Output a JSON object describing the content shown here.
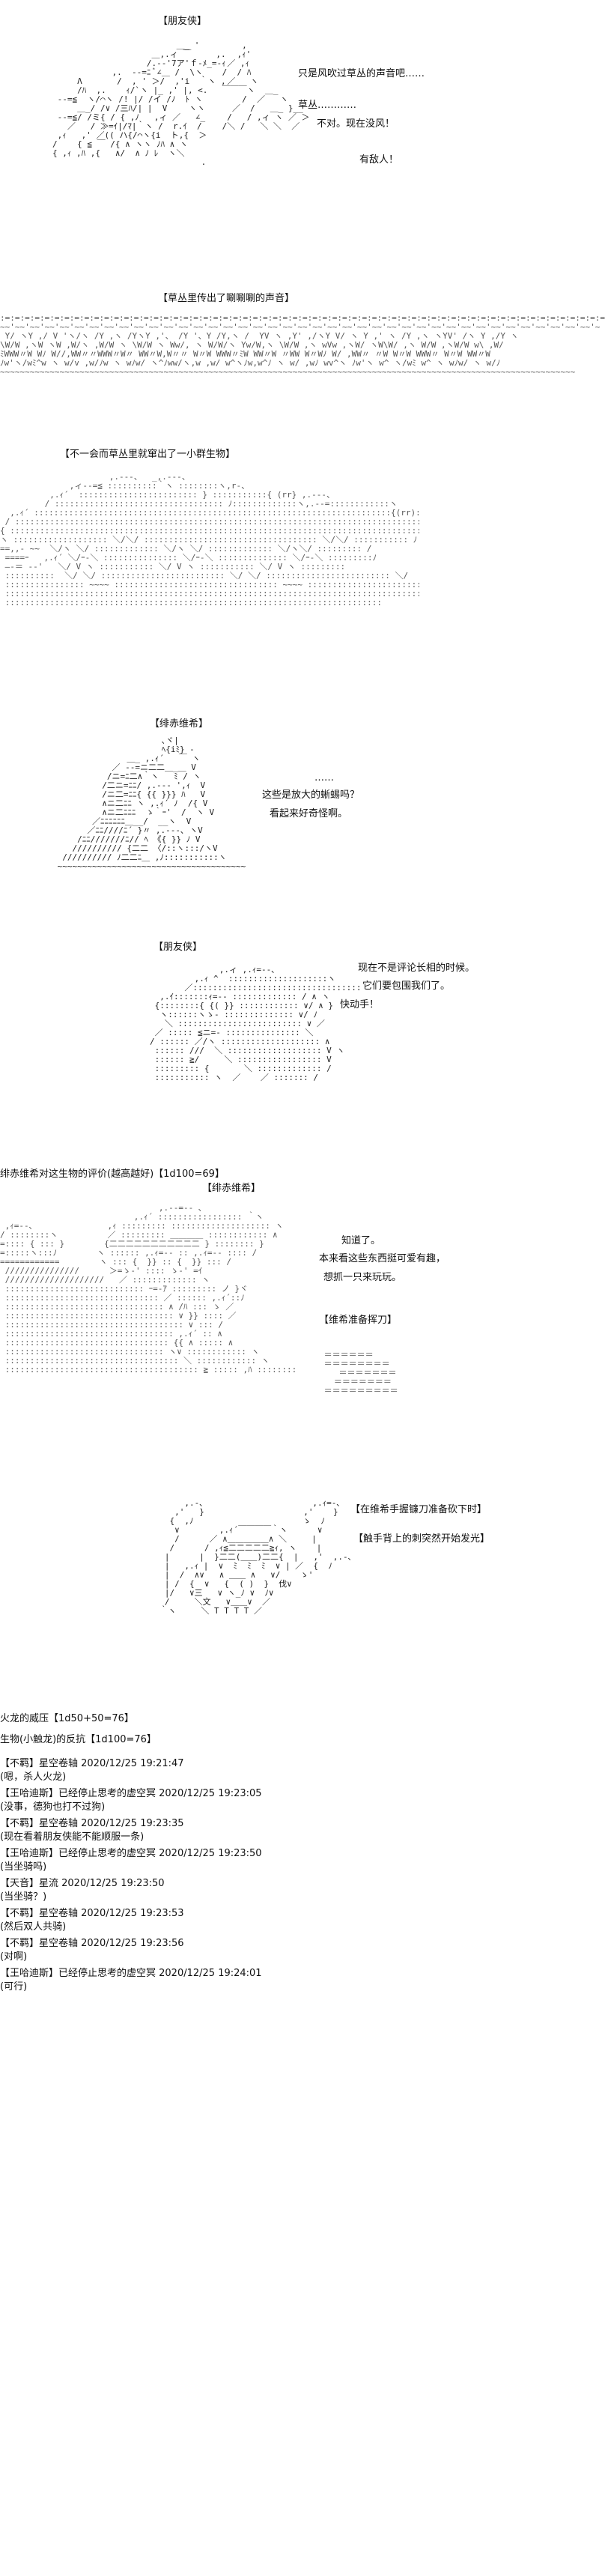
{
  "scene1": {
    "caption": "【朋友侠】",
    "line1": "只是风吹过草丛的声音吧……",
    "line2": "草丛…………",
    "line3": "不对。现在没风！",
    "line4": "有敌人！"
  },
  "scene2": {
    "caption": "【草丛里传出了唰唰唰的声音】"
  },
  "scene3": {
    "caption": "【不一会而草丛里就窜出了一小群生物】"
  },
  "scene4": {
    "caption": "【绯赤维希】",
    "line1": "……",
    "line2": "这些是放大的蜥蜴吗？",
    "line3": "看起来好奇怪啊。"
  },
  "scene5": {
    "caption": "【朋友侠】",
    "line1": "现在不是评论长相的时候。",
    "line2": "它们要包围我们了。",
    "line3": "快动手！"
  },
  "roll1": {
    "text": "绯赤维希对这生物的评价(越高越好)【1d100=69】"
  },
  "scene6": {
    "caption": "【绯赤维希】",
    "line1": "知道了。",
    "line2": "本来看这些东西挺可爱有趣，",
    "line3": "想抓一只来玩玩。",
    "line4": "【维希准备挥刀】"
  },
  "scene7": {
    "line1": "【在维希手握镰刀准备砍下时】",
    "line2": "【触手背上的刺突然开始发光】"
  },
  "rolls": {
    "fire": "火龙的威压【1d50+50=76】",
    "resist": "生物(小触龙)的反抗【1d100=76】"
  },
  "log": [
    {
      "header": "【不羁】星空卷轴 2020/12/25 19:21:47",
      "body": "(嗯，杀人火龙)"
    },
    {
      "header": "【王哈迪斯】已经停止思考的虚空冥 2020/12/25 19:23:05",
      "body": "(没事，德狗也打不过狗)"
    },
    {
      "header": "【不羁】星空卷轴 2020/12/25 19:23:35",
      "body": "(现在看着朋友侠能不能顺服一条)"
    },
    {
      "header": "【王哈迪斯】已经停止思考的虚空冥 2020/12/25 19:23:50",
      "body": "(当坐骑吗)"
    },
    {
      "header": "【天音】星流 2020/12/25 19:23:50",
      "body": "(当坐骑？)"
    },
    {
      "header": "【不羁】星空卷轴 2020/12/25 19:23:53",
      "body": "(然后双人共骑)"
    },
    {
      "header": "【不羁】星空卷轴 2020/12/25 19:23:56",
      "body": "(对啊)"
    },
    {
      "header": "【王哈迪斯】已经停止思考的虚空冥 2020/12/25 19:24:01",
      "body": "(可行)"
    }
  ]
}
